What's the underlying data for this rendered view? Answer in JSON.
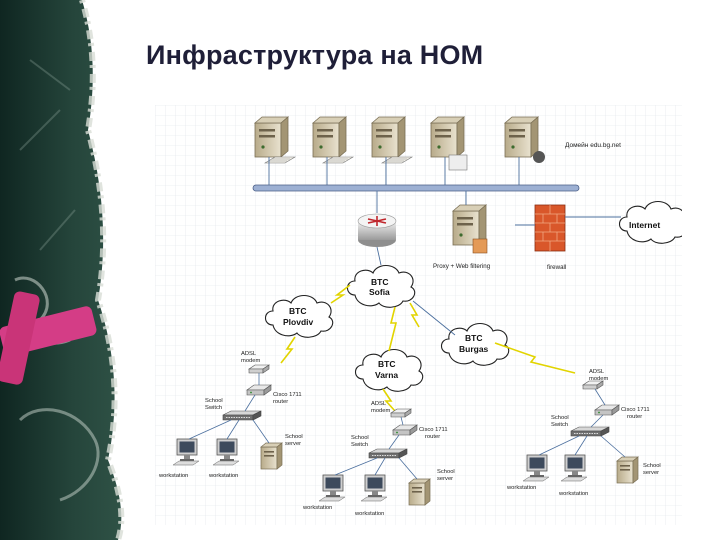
{
  "slide": {
    "title": "Инфраструктура на НОМ"
  },
  "diagram": {
    "domain_label": "Домейн edu.bg.net",
    "proxy_label": "Proxy + Web filtering",
    "firewall_label": "firewall",
    "internet_label": "Internet",
    "clouds": {
      "sofia": [
        "BTC",
        "Sofia"
      ],
      "plovdiv": [
        "BTC",
        "Plovdiv"
      ],
      "burgas": [
        "BTC",
        "Burgas"
      ],
      "varna": [
        "BTC",
        "Varna"
      ]
    },
    "left_site": {
      "modem": [
        "ADSL",
        "modem"
      ],
      "router": [
        "Cisco 1711",
        "router"
      ],
      "switch": [
        "School",
        "Switch"
      ],
      "server": [
        "School",
        "server"
      ],
      "ws1": "workstation",
      "ws2": "workstation"
    },
    "mid_site": {
      "modem": [
        "ADSL",
        "modem"
      ],
      "router": [
        "Cisco 1711",
        "router"
      ],
      "switch": [
        "School",
        "Switch"
      ],
      "server": [
        "School",
        "server"
      ],
      "ws1": "workstation",
      "ws2": "workstation"
    },
    "right_site": {
      "modem": [
        "ADSL",
        "modem"
      ],
      "router": [
        "Cisco 1711",
        "router"
      ],
      "switch": [
        "School",
        "Switch"
      ],
      "server": [
        "School",
        "server"
      ],
      "ws1": "workstation",
      "ws2": "workstation"
    }
  },
  "colors": {
    "chalkboard": "#1f3b33",
    "title": "#1f1f38",
    "backbone": "#8fa3c9",
    "firewall": "#d9572a",
    "lightning": "#e2d400"
  }
}
